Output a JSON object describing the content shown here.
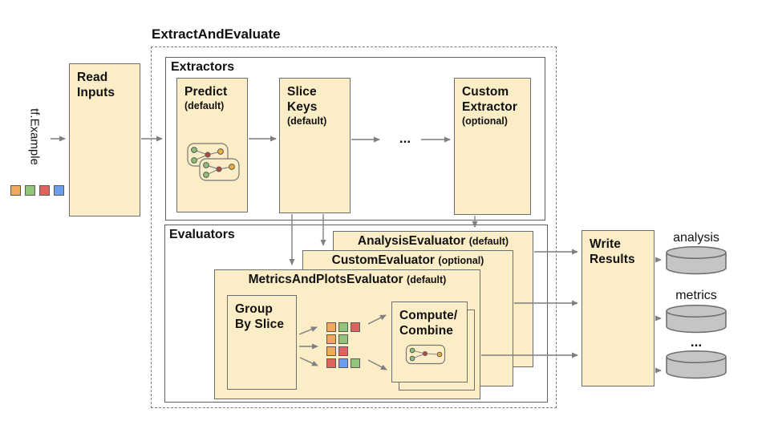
{
  "title": "ExtractAndEvaluate",
  "input": {
    "label": "tf.Example",
    "squares": [
      "orange",
      "green",
      "red",
      "blue"
    ]
  },
  "read_inputs": {
    "line1": "Read",
    "line2": "Inputs"
  },
  "extractors": {
    "title": "Extractors",
    "predict": {
      "line1": "Predict",
      "sub": "(default)"
    },
    "slice_keys": {
      "line1": "Slice",
      "line2": "Keys",
      "sub": "(default)"
    },
    "ellipsis": "...",
    "custom_extractor": {
      "line1": "Custom",
      "line2": "Extractor",
      "sub": "(optional)"
    }
  },
  "evaluators": {
    "title": "Evaluators",
    "analysis_evaluator": {
      "name": "AnalysisEvaluator",
      "sub": "(default)"
    },
    "custom_evaluator": {
      "name": "CustomEvaluator",
      "sub": "(optional)"
    },
    "metrics_evaluator": {
      "name": "MetricsAndPlotsEvaluator",
      "sub": "(default)"
    },
    "group_by_slice": {
      "line1": "Group",
      "line2": "By Slice"
    },
    "compute_combine": {
      "line1": "Compute/",
      "line2": "Combine"
    },
    "slice_rows": [
      [
        "orange",
        "green",
        "red"
      ],
      [
        "orange",
        "green"
      ],
      [
        "orange",
        "red"
      ],
      [
        "red",
        "blue",
        "green"
      ]
    ]
  },
  "write_results": {
    "line1": "Write",
    "line2": "Results"
  },
  "outputs": {
    "labels": [
      "analysis",
      "metrics",
      "..."
    ]
  },
  "palette": {
    "orange": "#F0A85C",
    "green": "#93C47D",
    "red": "#DE625E",
    "blue": "#6D9EEB",
    "box_fill": "#FBEDC6",
    "box_border": "#6E6E6E",
    "arrow": "#7F7F7F",
    "cylinder_fill": "#C5C5C5",
    "cylinder_stroke": "#6A6A6A"
  }
}
